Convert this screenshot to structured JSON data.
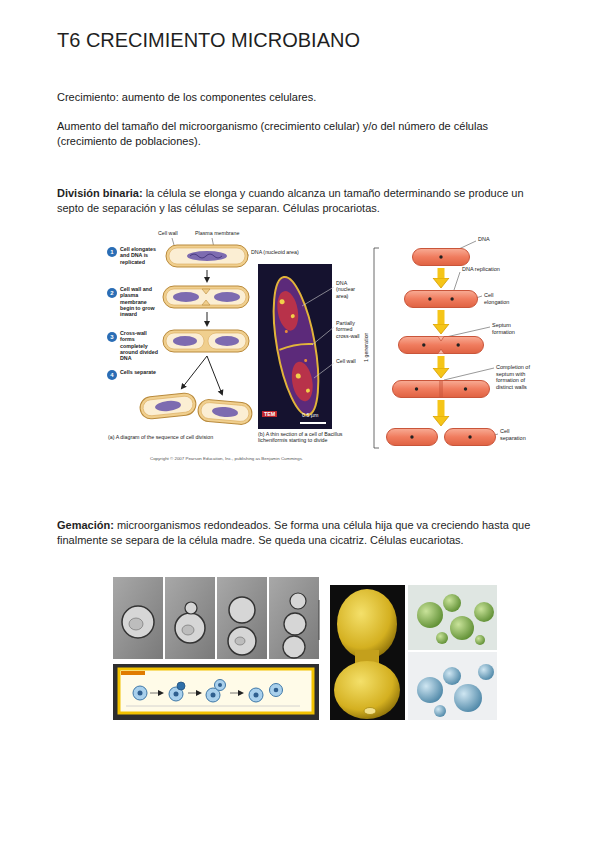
{
  "diagram": {
    "title": "T6 CRECIMIENTO MICROBIANO",
    "nodes": [
      {
        "text": [
          "DNA"
        ]
      },
      {
        "text": [
          "DNA replication",
          "Cell elongation"
        ]
      },
      {
        "text": [
          "Septum formation"
        ]
      },
      {
        "text": [
          "Completion of septum with formation of distinct walls"
        ]
      },
      {
        "text": [
          "Cell separation"
        ]
      }
    ],
    "edges": [
      {
        "from": 0,
        "to": 1,
        "arrow": "to"
      },
      {
        "from": 1,
        "to": 2,
        "arrow": "to"
      },
      {
        "from": 2,
        "to": 3,
        "arrow": "to"
      },
      {
        "from": 3,
        "to": 4,
        "arrow": "to"
      }
    ],
    "labels": [
      "Crecimiento: aumento de los componentes celulares.",
      "Aumento del tamaño del microorganismo (crecimiento celular) y/o del número de células (crecimiento de poblaciones).",
      "División binaria:",
      "la célula se elonga y cuando alcanza un tamaño determinando se produce un septo de separación y las células se separan. Células procariotas.",
      "Cell wall",
      "Plasma membrane",
      "DNA (nucleoid area)",
      "1",
      "Cell elongates and DNA is replicated",
      "2",
      "Cell wall and plasma membrane begin to grow inward",
      "3",
      "Cross-wall forms completely around divided DNA",
      "4",
      "Cells separate",
      "(a) A diagram of the sequence of cell division",
      "DNA (nuclear area)",
      "Partially formed cross-wall",
      "Cell wall",
      "TEM",
      "0.5 µm",
      "(b) A thin section of a cell of Bacillus licheniformis starting to divide",
      "Copyright © 2007 Pearson Education, Inc., publishing as Benjamin Cummings.",
      "1 generation",
      "Gemación:",
      "microorganismos redondeados. Se forma una célula hija que va creciendo hasta que finalmente se separa de la célula madre. Se queda una cicatriz. Células eucariotas."
    ]
  }
}
